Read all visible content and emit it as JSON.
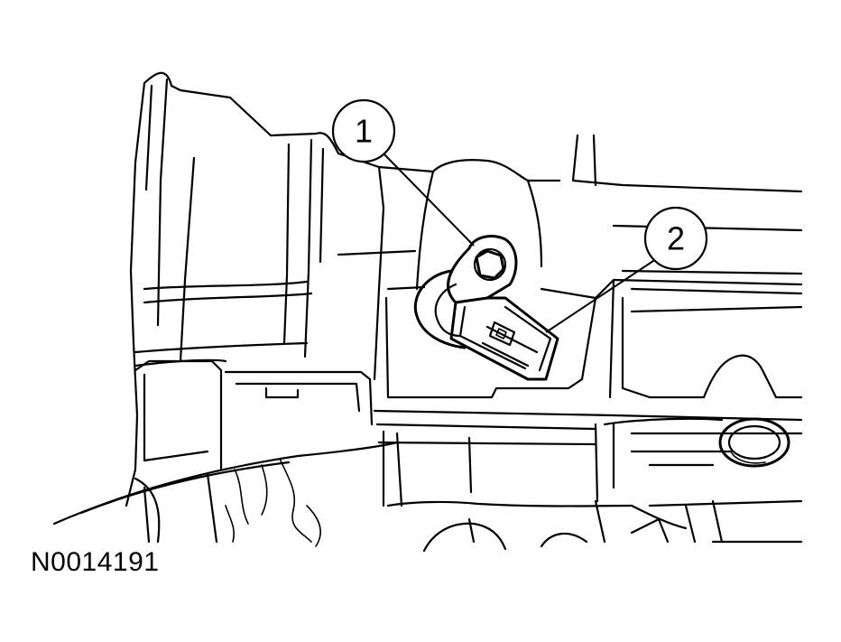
{
  "figure": {
    "id": "N0014191"
  },
  "callouts": [
    {
      "number": "1"
    },
    {
      "number": "2"
    }
  ]
}
